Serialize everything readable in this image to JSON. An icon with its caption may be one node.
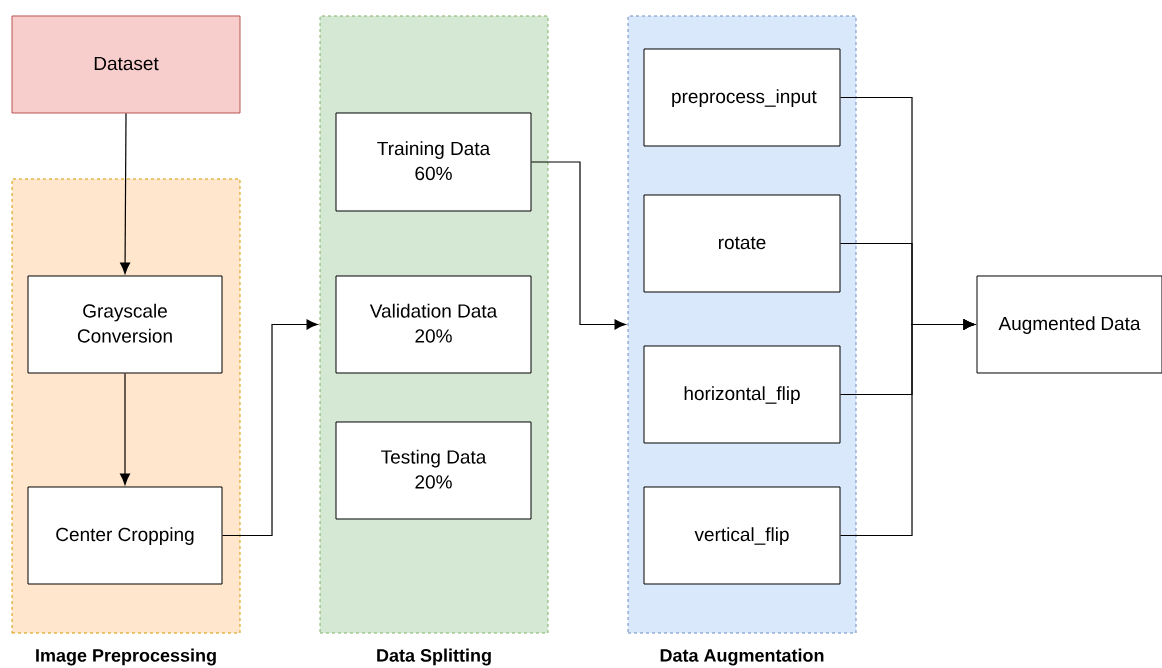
{
  "diagram": {
    "nodes": [
      {
        "text": [
          "Dataset"
        ]
      },
      {
        "text": [
          "Image Preprocessing"
        ]
      },
      {
        "text": [
          "Grayscale Conversion"
        ],
        "in": 1
      },
      {
        "text": [
          "Center Cropping"
        ],
        "in": 1
      },
      {
        "text": [
          "Data Splitting"
        ]
      },
      {
        "text": [
          "Training Data 60%"
        ],
        "in": 4
      },
      {
        "text": [
          "Validation Data 20%"
        ],
        "in": 4
      },
      {
        "text": [
          "Testing Data 20%"
        ],
        "in": 4
      },
      {
        "text": [
          "Data Augmentation"
        ]
      },
      {
        "text": [
          "preprocess_input"
        ],
        "in": 8
      },
      {
        "text": [
          "rotate"
        ],
        "in": 8
      },
      {
        "text": [
          "horizontal_flip"
        ],
        "in": 8
      },
      {
        "text": [
          "vertical_flip"
        ],
        "in": 8
      },
      {
        "text": [
          "Augmented Data"
        ]
      }
    ],
    "edges": [
      {
        "from": 0,
        "to": 2,
        "arrow": "to"
      },
      {
        "from": 2,
        "to": 3,
        "arrow": "to"
      },
      {
        "from": 3,
        "to": 4,
        "arrow": "to"
      },
      {
        "from": 5,
        "to": 8,
        "arrow": "to"
      },
      {
        "from": 9,
        "to": 13,
        "arrow": "to"
      },
      {
        "from": 10,
        "to": 13,
        "arrow": "to"
      },
      {
        "from": 11,
        "to": 13,
        "arrow": "to"
      },
      {
        "from": 12,
        "to": 13,
        "arrow": "to"
      }
    ]
  }
}
